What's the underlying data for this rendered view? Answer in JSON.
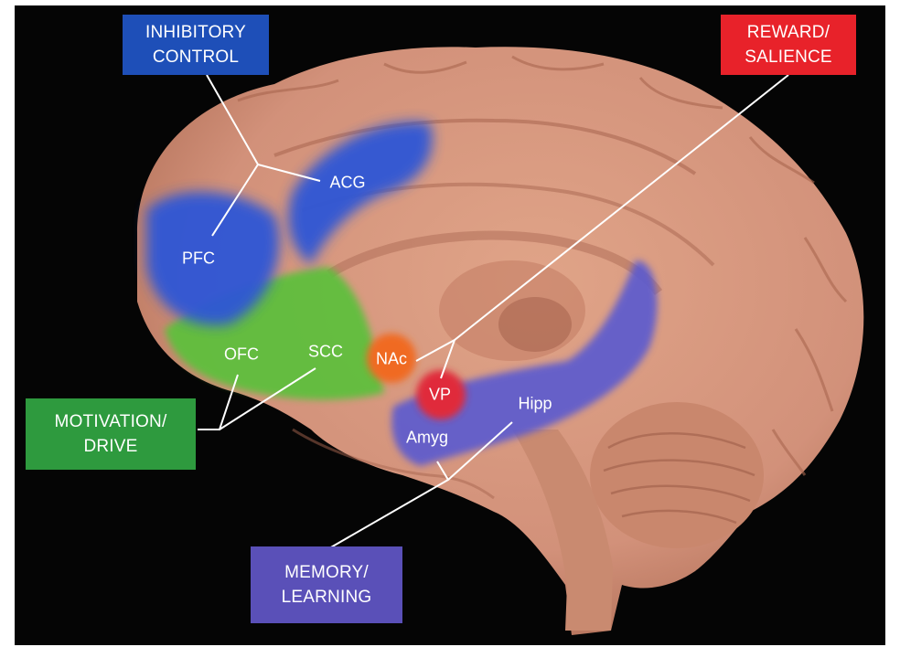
{
  "categories": {
    "inhibitory": {
      "label": "INHIBITORY\nCONTROL",
      "color": "#1e4fb8"
    },
    "reward": {
      "label": "REWARD/\nSALIENCE",
      "color": "#e8222a"
    },
    "motivation": {
      "label": "MOTIVATION/\nDRIVE",
      "color": "#2e9a3e"
    },
    "memory": {
      "label": "MEMORY/\nLEARNING",
      "color": "#5a50b8"
    }
  },
  "regions": {
    "pfc": "PFC",
    "acg": "ACG",
    "ofc": "OFC",
    "scc": "SCC",
    "nac": "NAc",
    "vp": "VP",
    "amyg": "Amyg",
    "hipp": "Hipp"
  },
  "colors": {
    "background": "#050505",
    "brain": "#d99a7c",
    "brain_shadow": "#b5735b",
    "inhibitory_region": "#2f56d6",
    "motivation_region": "#5fbf3c",
    "memory_region": "#5a5ad0",
    "reward_region": "#e02a3a",
    "nac_region": "#f06a22"
  }
}
